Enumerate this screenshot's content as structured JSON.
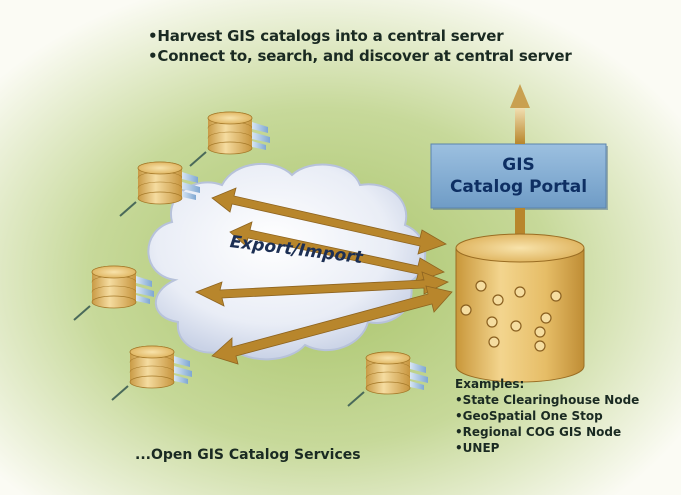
{
  "headline": {
    "line1": "•Harvest GIS catalogs into a central server",
    "line2": "•Connect to, search, and discover at central server"
  },
  "portal": {
    "line1": "GIS",
    "line2": "Catalog Portal"
  },
  "cloud": {
    "label": "Export/Import"
  },
  "examples": {
    "heading": "Examples:",
    "items": [
      "•State Clearinghouse Node",
      "•GeoSpatial One Stop",
      "•Regional COG GIS Node",
      "•UNEP"
    ]
  },
  "footer": {
    "caption": "...Open GIS Catalog Services"
  },
  "colors": {
    "background_top": "#fbfbf4",
    "background_green": "#a9c46a",
    "portal_box": "#7ea9cf",
    "portal_text": "#0e2f63",
    "arrow": "#b8862c",
    "central_server": "#e0b75d",
    "text": "#1a2a22"
  },
  "icons": [
    "cloud-icon",
    "database-icon",
    "server-icon",
    "arrow-icon"
  ]
}
